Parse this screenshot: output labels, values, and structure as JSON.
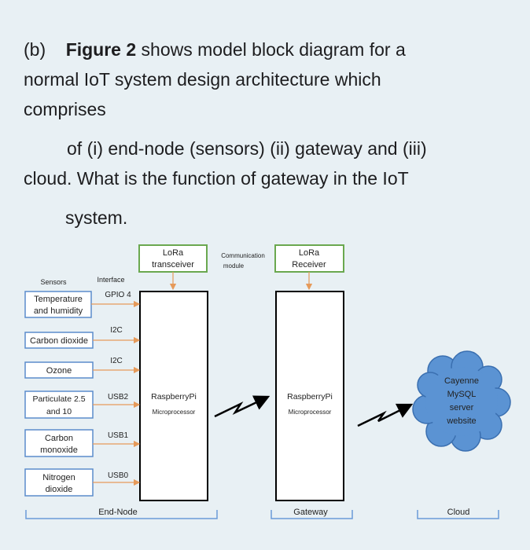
{
  "question": {
    "part_label": "(b)",
    "figure_ref": "Figure 2",
    "line1_rest": " shows model block diagram for a",
    "line2": "normal IoT system design architecture which",
    "line3": "comprises",
    "line4": "of (i) end-node (sensors) (ii) gateway and (iii)",
    "line5": "cloud.  What is the function of gateway in the IoT",
    "line6": "system."
  },
  "diagram": {
    "column_headers": {
      "sensors": "Sensors",
      "interface": "Interface",
      "communication_line1": "Communication",
      "communication_line2": "module"
    },
    "sensors": [
      {
        "lines": [
          "Temperature",
          "and humidity"
        ],
        "interface": "GPIO 4"
      },
      {
        "lines": [
          "Carbon dioxide"
        ],
        "interface": "I2C"
      },
      {
        "lines": [
          "Ozone"
        ],
        "interface": "I2C"
      },
      {
        "lines": [
          "Particulate 2.5",
          "and 10"
        ],
        "interface": "USB2"
      },
      {
        "lines": [
          "Carbon",
          "monoxide"
        ],
        "interface": "USB1"
      },
      {
        "lines": [
          "Nitrogen",
          "dioxide"
        ],
        "interface": "USB0"
      }
    ],
    "lora_transceiver": [
      "LoRa",
      "transceiver"
    ],
    "lora_receiver": [
      "LoRa",
      "Receiver"
    ],
    "end_node_processor": {
      "name": "RaspberryPi",
      "sub": "Microprocessor"
    },
    "gateway_processor": {
      "name": "RaspberryPi",
      "sub": "Microprocessor"
    },
    "cloud": [
      "Cayenne",
      "MySQL",
      "server",
      "website"
    ],
    "sections": {
      "end_node": "End-Node",
      "gateway": "Gateway",
      "cloud": "Cloud"
    },
    "colors": {
      "background": "#e8f0f4",
      "green_border": "#6aa84f",
      "blue_border": "#5b8ccb",
      "orange_arrow": "#e69a5a",
      "cloud_fill": "#5b93d3",
      "cloud_stroke": "#3a6fb0",
      "section_bracket": "#6a9bd8"
    }
  }
}
